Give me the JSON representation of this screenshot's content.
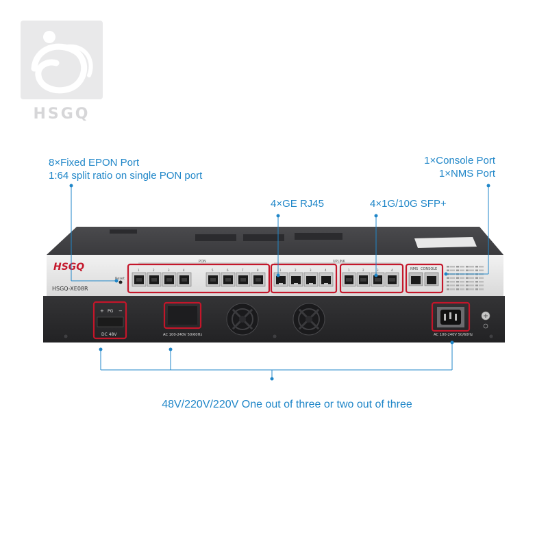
{
  "logo": {
    "brand": "HSGQ"
  },
  "callouts": {
    "epon_line1": "8×Fixed EPON Port",
    "epon_line2": "1:64 split ratio on single PON port",
    "rj45": "4×GE RJ45",
    "sfp": "4×1G/10G SFP+",
    "console_line1": "1×Console Port",
    "console_line2": "1×NMS Port"
  },
  "device": {
    "brand": "HSGQ",
    "model": "HSGQ-XE08R",
    "reset_label": "Reset",
    "pon_label": "PON",
    "uplink_label": "UPLINK",
    "nms_label": "NMS",
    "console_label": "CONSOLE",
    "pon_numbers": [
      "1",
      "2",
      "3",
      "4",
      "5",
      "6",
      "7",
      "8"
    ],
    "rj45_numbers": [
      "1",
      "2",
      "3",
      "4"
    ],
    "sfp_numbers": [
      "1",
      "2",
      "3",
      "4"
    ]
  },
  "rear": {
    "dc_plus": "+",
    "dc_pg": "PG",
    "dc_minus": "−",
    "dc_label": "DC 48V",
    "ac_label_left": "AC 100-240V 50/60Hz",
    "ac_label_right": "AC 100-240V 50/60Hz"
  },
  "power_note": "48V/220V/220V One out of three or two out of three",
  "colors": {
    "accent": "#1f86c8",
    "highlight": "#c4162a",
    "chassis": "#2b2b2b"
  }
}
